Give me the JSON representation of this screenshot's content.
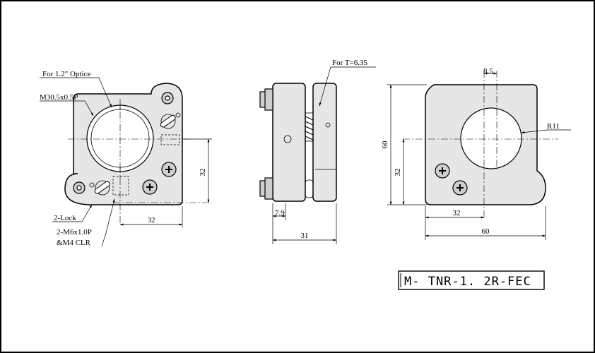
{
  "labels": {
    "optic": "For 1.2\" Optice",
    "thread": "M30.5x0.5P",
    "lock": "2-Lock",
    "mount_holes_1": "2-M6x1.0P",
    "mount_holes_2": "&M4 CLR",
    "thickness": "For T=6.35",
    "radius": "R11"
  },
  "dimensions": {
    "front_height": "32",
    "front_width": "32",
    "side_thickness": "7.9",
    "side_depth": "31",
    "bore_offset": "8.5",
    "rear_total_height": "60",
    "rear_height": "32",
    "rear_width": "32",
    "rear_total_width": "60"
  },
  "part_number": "M- TNR-1. 2R-FEC"
}
